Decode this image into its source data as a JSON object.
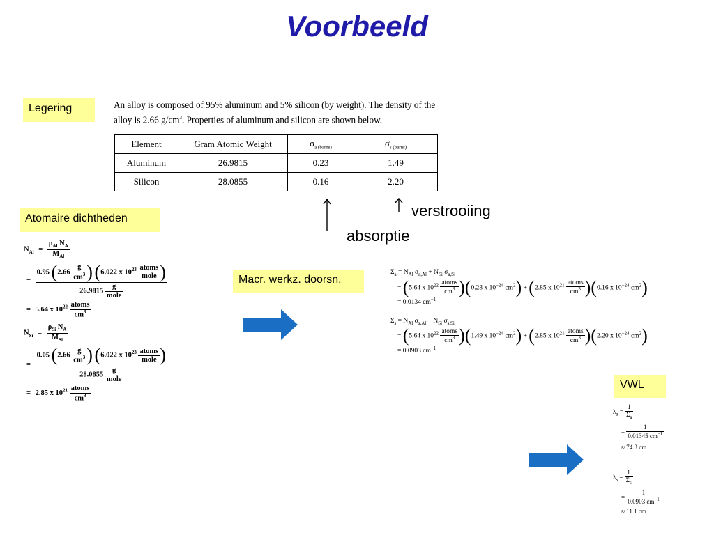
{
  "title": "Voorbeeld",
  "labels": {
    "legering": "Legering",
    "atomaire": "Atomaire dichtheden",
    "macr": "Macr. werkz. doorsn.",
    "vwl": "VWL"
  },
  "intro": {
    "line1": "An alloy is composed of 95% aluminum and 5% silicon (by weight).  The density of the",
    "line2_pre": "alloy is 2.66 g/cm",
    "line2_sup": "3",
    "line2_post": ".  Properties of aluminum and silicon are shown below."
  },
  "table": {
    "headers": [
      "Element",
      "Gram Atomic Weight",
      "σ",
      "σ"
    ],
    "header_subs": [
      "",
      "",
      "a (barns)",
      "s (barns)"
    ],
    "rows": [
      [
        "Aluminum",
        "26.9815",
        "0.23",
        "1.49"
      ],
      [
        "Silicon",
        "28.0855",
        "0.16",
        "2.20"
      ]
    ]
  },
  "annotations": {
    "arrow": "↑",
    "verstrooiing": "verstrooiing",
    "absorptie": "absorptie"
  },
  "colors": {
    "title": "#1f1aa8",
    "label_bg": "#ffff99",
    "arrow": "#1a6fc4"
  },
  "math": {
    "N": "N",
    "Al": "Al",
    "Si": "Si",
    "A": "A",
    "M": "M",
    "rho": "ρ",
    "eq": "=",
    "times": "x",
    "approx": "≈",
    "plus": "+",
    "g": "g",
    "cm3": "cm",
    "three": "3",
    "atoms": "atoms",
    "mole": "mole",
    "al_w": "0.95",
    "si_w": "0.05",
    "dens": "2.66",
    "avog": "6.022",
    "avog_exp": "23",
    "al_gaw": "26.9815",
    "si_gaw": "28.0855",
    "ten": "10",
    "n_al": "5.64",
    "n_al_exp": "22",
    "n_si": "2.85",
    "n_si_exp": "21",
    "Sigma": "Σ",
    "sigma": "σ",
    "a": "a",
    "s": "s",
    "sub_aAl": "a,Al",
    "sub_aSi": "a,Si",
    "sub_sAl": "s,Al",
    "sub_sSi": "s,Si",
    "sa_al": "0.23",
    "sa_si": "0.16",
    "ss_al": "1.49",
    "ss_si": "2.20",
    "barn_exp": "−24",
    "cm2": "cm",
    "two": "2",
    "Sa_val": "0.0134",
    "Ss_val": "0.0903",
    "cm_inv": "cm",
    "minus1": "−1",
    "lambda": "λ",
    "one": "1",
    "la_den": "0.01345",
    "ls_den": "0.0903",
    "la_val": "74.3",
    "ls_val": "11.1",
    "cm": "cm"
  }
}
